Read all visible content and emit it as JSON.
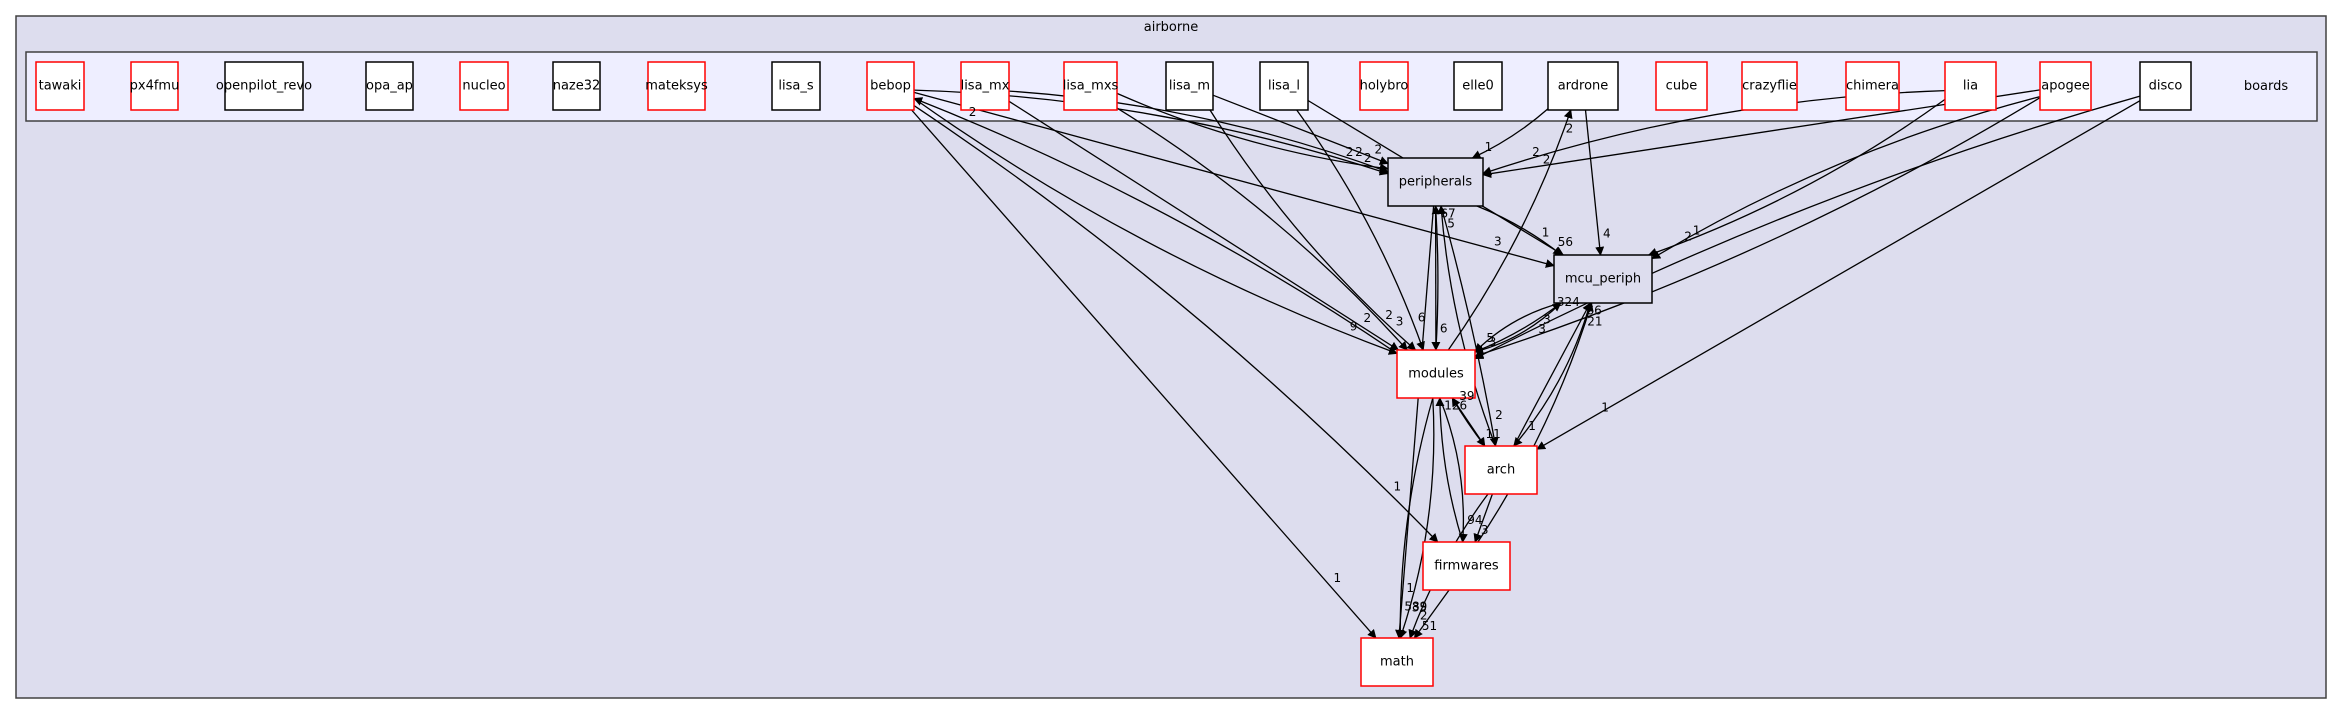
{
  "graph": {
    "outer_cluster_label": "airborne",
    "inner_cluster_label": "boards",
    "colors": {
      "outer_fill": "#ddddee",
      "inner_fill": "#eeeeff",
      "node_fill": "#ffffff",
      "border_black": "#000000",
      "border_red": "#ff0000"
    },
    "board_nodes": [
      {
        "id": "tawaki",
        "label": "tawaki",
        "border": "red"
      },
      {
        "id": "px4fmu",
        "label": "px4fmu",
        "border": "red"
      },
      {
        "id": "openpilot_revo",
        "label": "openpilot_revo",
        "border": "black"
      },
      {
        "id": "opa_ap",
        "label": "opa_ap",
        "border": "black"
      },
      {
        "id": "nucleo",
        "label": "nucleo",
        "border": "red"
      },
      {
        "id": "naze32",
        "label": "naze32",
        "border": "black"
      },
      {
        "id": "mateksys",
        "label": "mateksys",
        "border": "red"
      },
      {
        "id": "lisa_s",
        "label": "lisa_s",
        "border": "black"
      },
      {
        "id": "bebop",
        "label": "bebop",
        "border": "red"
      },
      {
        "id": "lisa_mx",
        "label": "lisa_mx",
        "border": "red"
      },
      {
        "id": "lisa_mxs",
        "label": "lisa_mxs",
        "border": "red"
      },
      {
        "id": "lisa_m",
        "label": "lisa_m",
        "border": "black"
      },
      {
        "id": "lisa_l",
        "label": "lisa_l",
        "border": "black"
      },
      {
        "id": "holybro",
        "label": "holybro",
        "border": "red"
      },
      {
        "id": "elle0",
        "label": "elle0",
        "border": "black"
      },
      {
        "id": "ardrone",
        "label": "ardrone",
        "border": "black"
      },
      {
        "id": "cube",
        "label": "cube",
        "border": "red"
      },
      {
        "id": "crazyflie",
        "label": "crazyflie",
        "border": "red"
      },
      {
        "id": "chimera",
        "label": "chimera",
        "border": "red"
      },
      {
        "id": "lia",
        "label": "lia",
        "border": "red"
      },
      {
        "id": "apogee",
        "label": "apogee",
        "border": "red"
      },
      {
        "id": "disco",
        "label": "disco",
        "border": "black"
      }
    ],
    "module_nodes": [
      {
        "id": "peripherals",
        "label": "peripherals",
        "border": "black",
        "style": "grey"
      },
      {
        "id": "mcu_periph",
        "label": "mcu_periph",
        "border": "black",
        "style": "grey"
      },
      {
        "id": "modules",
        "label": "modules",
        "border": "red",
        "style": "white"
      },
      {
        "id": "arch",
        "label": "arch",
        "border": "red",
        "style": "white"
      },
      {
        "id": "firmwares",
        "label": "firmwares",
        "border": "red",
        "style": "white"
      },
      {
        "id": "math",
        "label": "math",
        "border": "red",
        "style": "white"
      }
    ],
    "edges": [
      {
        "from": "bebop",
        "to": "peripherals",
        "label": "2"
      },
      {
        "from": "bebop",
        "to": "mcu_periph",
        "label": "3"
      },
      {
        "from": "bebop",
        "to": "modules",
        "label": "9"
      },
      {
        "from": "bebop",
        "to": "firmwares",
        "label": "1"
      },
      {
        "from": "bebop",
        "to": "math",
        "label": "1"
      },
      {
        "from": "modules",
        "to": "bebop",
        "label": "2"
      },
      {
        "from": "lisa_mx",
        "to": "peripherals",
        "label": "2"
      },
      {
        "from": "lisa_mx",
        "to": "modules",
        "label": "2"
      },
      {
        "from": "lisa_mxs",
        "to": "peripherals",
        "label": "2"
      },
      {
        "from": "lisa_mxs",
        "to": "modules",
        "label": "2"
      },
      {
        "from": "lisa_m",
        "to": "peripherals",
        "label": "2"
      },
      {
        "from": "lisa_m",
        "to": "modules",
        "label": "3"
      },
      {
        "from": "lisa_l",
        "to": "modules",
        "label": "6"
      },
      {
        "from": "lisa_l",
        "to": "mcu_periph",
        "label": "1"
      },
      {
        "from": "modules",
        "to": "ardrone",
        "label": "2"
      },
      {
        "from": "ardrone",
        "to": "peripherals",
        "label": "1"
      },
      {
        "from": "ardrone",
        "to": "mcu_periph",
        "label": "4"
      },
      {
        "from": "lia",
        "to": "peripherals",
        "label": "2"
      },
      {
        "from": "lia",
        "to": "mcu_periph",
        "label": "2"
      },
      {
        "from": "apogee",
        "to": "peripherals",
        "label": "2"
      },
      {
        "from": "apogee",
        "to": "mcu_periph",
        "label": "1"
      },
      {
        "from": "apogee",
        "to": "modules",
        "label": "3"
      },
      {
        "from": "disco",
        "to": "arch",
        "label": "1"
      },
      {
        "from": "disco",
        "to": "modules",
        "label": "3"
      },
      {
        "from": "peripherals",
        "to": "mcu_periph",
        "label": "56"
      },
      {
        "from": "peripherals",
        "to": "modules",
        "label": "6"
      },
      {
        "from": "modules",
        "to": "peripherals",
        "label": "67"
      },
      {
        "from": "arch",
        "to": "peripherals",
        "label": "5"
      },
      {
        "from": "peripherals",
        "to": "math",
        "label": "1"
      },
      {
        "from": "modules",
        "to": "mcu_periph",
        "label": "324"
      },
      {
        "from": "mcu_periph",
        "to": "modules",
        "label": "3"
      },
      {
        "from": "arch",
        "to": "mcu_periph",
        "label": "66"
      },
      {
        "from": "firmwares",
        "to": "mcu_periph",
        "label": "21"
      },
      {
        "from": "mcu_periph",
        "to": "arch",
        "label": "1"
      },
      {
        "from": "modules",
        "to": "arch",
        "label": "11"
      },
      {
        "from": "arch",
        "to": "modules",
        "label": "39"
      },
      {
        "from": "firmwares",
        "to": "modules",
        "label": "126"
      },
      {
        "from": "peripherals",
        "to": "arch",
        "label": "2"
      },
      {
        "from": "mcu_periph",
        "to": "modules",
        "label": "5"
      },
      {
        "from": "modules",
        "to": "firmwares",
        "label": "94"
      },
      {
        "from": "arch",
        "to": "firmwares",
        "label": "3"
      },
      {
        "from": "modules",
        "to": "math",
        "label": "589"
      },
      {
        "from": "modules",
        "to": "math",
        "label": "35"
      },
      {
        "from": "firmwares",
        "to": "math",
        "label": "51"
      },
      {
        "from": "arch",
        "to": "math",
        "label": "2"
      }
    ]
  }
}
